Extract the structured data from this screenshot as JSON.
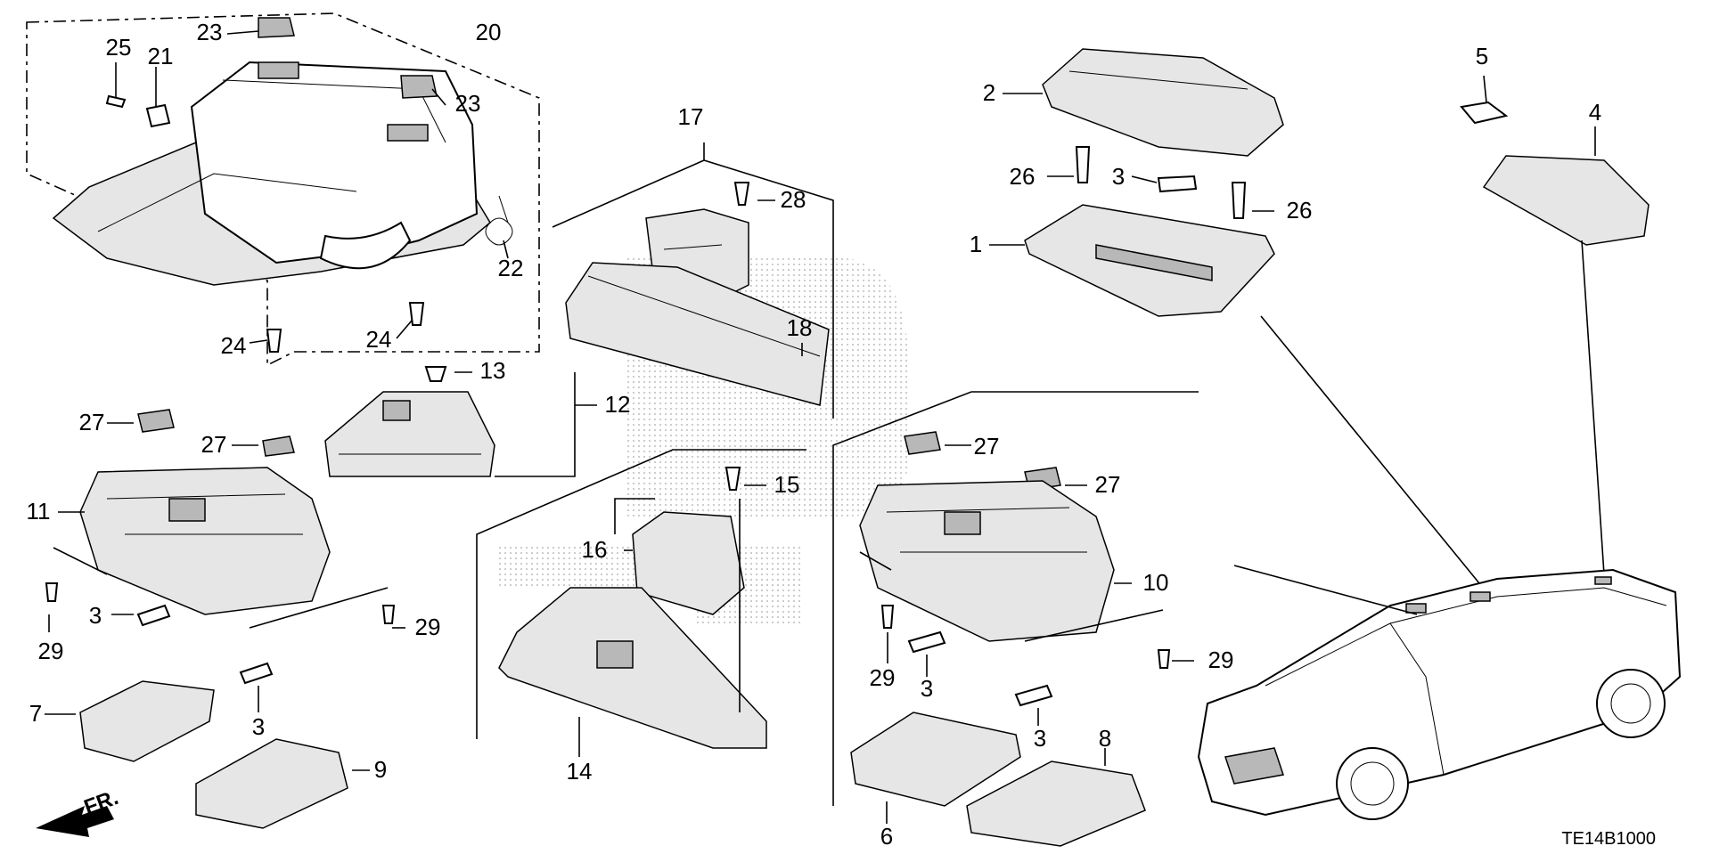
{
  "diagram": {
    "code": "TE14B1000",
    "direction_label": "FR.",
    "callouts": {
      "c1": "1",
      "c2": "2",
      "c3a": "3",
      "c3b": "3",
      "c3c": "3",
      "c3d": "3",
      "c3e": "3",
      "c4": "4",
      "c5": "5",
      "c6": "6",
      "c7": "7",
      "c8": "8",
      "c9": "9",
      "c10": "10",
      "c11": "11",
      "c12": "12",
      "c13": "13",
      "c14": "14",
      "c15": "15",
      "c16": "16",
      "c17": "17",
      "c18": "18",
      "c20": "20",
      "c21": "21",
      "c22": "22",
      "c23a": "23",
      "c23b": "23",
      "c24a": "24",
      "c24b": "24",
      "c25": "25",
      "c26a": "26",
      "c26b": "26",
      "c27a": "27",
      "c27b": "27",
      "c27c": "27",
      "c27d": "27",
      "c28": "28",
      "c29a": "29",
      "c29b": "29",
      "c29c": "29",
      "c29d": "29"
    }
  },
  "colors": {
    "ink": "#000000",
    "part_fill": "#e6e6e6",
    "watermark": "#bbbbbb"
  }
}
